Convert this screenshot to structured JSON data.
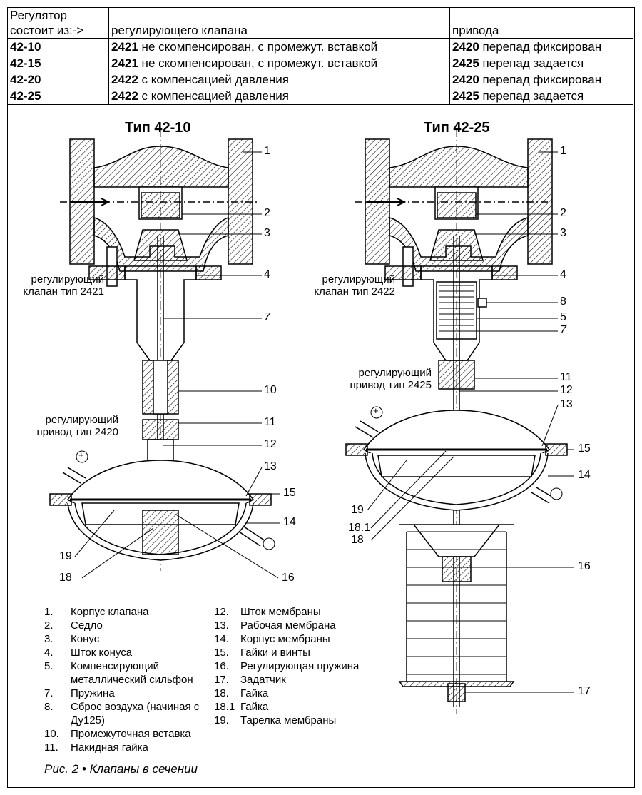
{
  "table": {
    "header": {
      "col1": [
        "Регулятор",
        "состоит из:->"
      ],
      "col2": "регулирующего клапана",
      "col3": "привода"
    },
    "rows": [
      {
        "model": "42-10",
        "valve_code": "2421",
        "valve_desc": " не скомпенсирован, с промежут. вставкой",
        "drive_code": "2420",
        "drive_desc": " перепад фиксирован"
      },
      {
        "model": "42-15",
        "valve_code": "2421",
        "valve_desc": " не скомпенсирован, с промежут. вставкой",
        "drive_code": "2425",
        "drive_desc": " перепад задается"
      },
      {
        "model": "42-20",
        "valve_code": "2422",
        "valve_desc": " с компенсацией давления",
        "drive_code": "2420",
        "drive_desc": " перепад фиксирован"
      },
      {
        "model": "42-25",
        "valve_code": "2422",
        "valve_desc": " с компенсацией давления",
        "drive_code": "2425",
        "drive_desc": " перепад задается"
      }
    ]
  },
  "left_figure": {
    "title": "Тип 42-10",
    "valve_label": [
      "регулирующий",
      "клапан тип 2421"
    ],
    "drive_label": [
      "регулирующий",
      "привод тип 2420"
    ],
    "plus": "+",
    "minus": "−",
    "callouts": [
      "1",
      "2",
      "3",
      "4",
      "7",
      "10",
      "11",
      "12",
      "13",
      "15",
      "14",
      "16",
      "19",
      "18"
    ]
  },
  "right_figure": {
    "title": "Тип 42-25",
    "valve_label": [
      "регулирующий",
      "клапан тип 2422"
    ],
    "drive_label": [
      "регулирующий",
      "привод тип 2425"
    ],
    "plus": "+",
    "minus": "−",
    "callouts": [
      "1",
      "2",
      "3",
      "4",
      "8",
      "5",
      "7",
      "11",
      "12",
      "13",
      "15",
      "14",
      "19",
      "18.1",
      "18",
      "16",
      "17"
    ]
  },
  "legend_left": [
    {
      "n": "1.",
      "t": "Корпус клапана"
    },
    {
      "n": "2.",
      "t": "Седло"
    },
    {
      "n": "3.",
      "t": "Конус"
    },
    {
      "n": "4.",
      "t": "Шток конуса"
    },
    {
      "n": "5.",
      "t": "Компенсирующий металлический сильфон"
    },
    {
      "n": "7.",
      "t": "Пружина"
    },
    {
      "n": "8.",
      "t": "Сброс воздуха (начиная с Ду125)"
    },
    {
      "n": "10.",
      "t": "Промежуточная вставка"
    },
    {
      "n": "11.",
      "t": "Накидная гайка"
    }
  ],
  "legend_right": [
    {
      "n": "12.",
      "t": "Шток мембраны"
    },
    {
      "n": "13.",
      "t": "Рабочая мембрана"
    },
    {
      "n": "14.",
      "t": "Корпус мембраны"
    },
    {
      "n": "15.",
      "t": "Гайки и винты"
    },
    {
      "n": "16.",
      "t": "Регулирующая пружина"
    },
    {
      "n": "17.",
      "t": "Задатчик"
    },
    {
      "n": "18.",
      "t": "Гайка"
    },
    {
      "n": "18.1",
      "t": "Гайка"
    },
    {
      "n": "19.",
      "t": "Тарелка мембраны"
    }
  ],
  "caption": "Рис. 2 • Клапаны в сечении"
}
